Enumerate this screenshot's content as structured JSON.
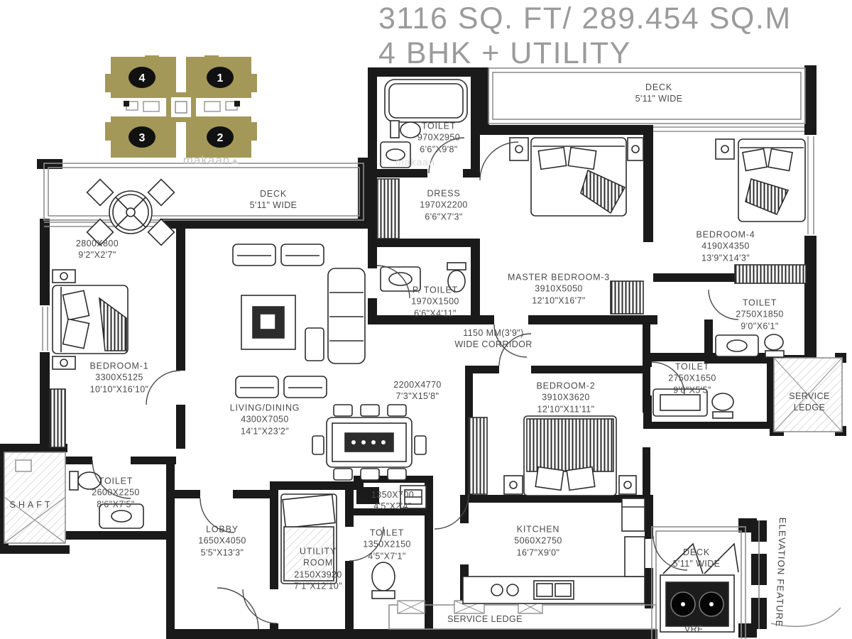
{
  "title": {
    "line1": "3116 SQ. FT/ 289.454 SQ.M",
    "line2": "4 BHK + UTILITY"
  },
  "key_plan": {
    "units": {
      "top_left": "4",
      "top_right": "1",
      "bottom_left": "3",
      "bottom_right": "2"
    },
    "watermark": "makaan"
  },
  "rooms": {
    "deck_top_left": {
      "l1": "DECK",
      "l2": "5'11\" WIDE"
    },
    "deck_table": {
      "l1": "2800X800",
      "l2": "9'2\"X2'7\""
    },
    "toilet_top": {
      "l1": "TOILET",
      "l2": "970X2950",
      "l3": "6'6\"X9'8\""
    },
    "dress": {
      "l1": "DRESS",
      "l2": "1970X2200",
      "l3": "6'6\"X7'3\""
    },
    "deck_top_right": {
      "l1": "DECK",
      "l2": "5'11\" WIDE"
    },
    "bedroom4": {
      "l1": "BEDROOM-4",
      "l2": "4190X4350",
      "l3": "13'9\"X14'3\""
    },
    "master_bedroom3": {
      "l1": "MASTER BEDROOM-3",
      "l2": "3910X5050",
      "l3": "12'10\"X16'7\""
    },
    "p_toilet": {
      "l1": "P. TOILET",
      "l2": "1970X1500",
      "l3": "6'6\"X4'11\""
    },
    "corridor": {
      "l1": "1150 MM(3'9\")",
      "l2": "WIDE CORRIDOR"
    },
    "toilet_bed4": {
      "l1": "TOILET",
      "l2": "2750X1850",
      "l3": "9'0\"X6'1\""
    },
    "toilet_bed2": {
      "l1": "TOILET",
      "l2": "2750X1650",
      "l3": "9'0\"X5'5\""
    },
    "service_ledge_right": {
      "l1": "SERVICE",
      "l2": "LEDGE"
    },
    "bedroom2": {
      "l1": "BEDROOM-2",
      "l2": "3910X3620",
      "l3": "12'10\"X11'11\""
    },
    "bedroom1": {
      "l1": "BEDROOM-1",
      "l2": "3300X5125",
      "l3": "10'10\"X16'10\""
    },
    "living_dining": {
      "l1": "LIVING/DINING",
      "l2": "4300X7050",
      "l3": "14'1\"X23'2\""
    },
    "foyer": {
      "l1": "2200X4770",
      "l2": "7'3\"X15'8\""
    },
    "toilet_bed1": {
      "l1": "TOILET",
      "l2": "2600X2250",
      "l3": "8'6\"X7'5\""
    },
    "shaft": {
      "l1": "SHAFT"
    },
    "lobby": {
      "l1": "LOBBY",
      "l2": "1650X4050",
      "l3": "5'5\"X13'3\""
    },
    "utility": {
      "l1": "UTILITY",
      "l2": "ROOM",
      "l3": "2150X3920",
      "l4": "7'1\"X12'10\""
    },
    "niche": {
      "l1": "1350X700",
      "l2": "4'5\"X2'4\""
    },
    "toilet_utility": {
      "l1": "TOILET",
      "l2": "1350X2150",
      "l3": "4'5\"X7'1\""
    },
    "kitchen": {
      "l1": "KITCHEN",
      "l2": "5060X2750",
      "l3": "16'7\"X9'0\""
    },
    "deck_bottom_right": {
      "l1": "DECK",
      "l2": "5'11\" WIDE"
    },
    "vrf": {
      "l1": "VRF"
    },
    "elevation_feature": {
      "l1": "ELEVATION FEATURE"
    },
    "service_ledge_bottom": {
      "l1": "SERVICE LEDGE"
    }
  },
  "colors": {
    "wall": "#1a1a1a",
    "label_text": "#4a4a4a",
    "title_text": "#9b9b9b",
    "keyplan_olive": "#a39858",
    "watermark": "#c3c3c3"
  }
}
